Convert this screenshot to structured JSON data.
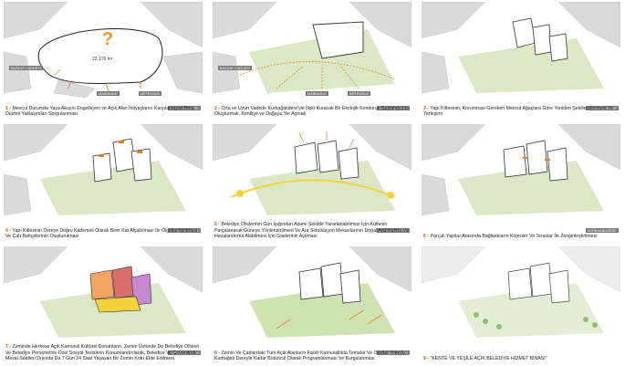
{
  "panels": [
    {
      "num": "1",
      "text": " - Mevcut Durumda Yaya Akışını Engelleyen ve Açık Alan İhtiyaçlarını Karşılamayan Bina Düzeni Yaklaşımları Sorgulanması"
    },
    {
      "num": "2",
      "text": " - Orta ve Uzun Vadede Kurbağalıdere'yle İlişki Kuracak Bir Ekolojik Koridorun Başlangıcını Oluşturmak, Kentliye ve Doğaya Yer Açmak"
    },
    {
      "num": "3",
      "text": " - Yapı Kitlesinin, Korunması Gereken Mevcut Ağaçlara Göre Yeniden Şekillendirilmesi Ve Yerleşimi"
    },
    {
      "num": "4",
      "text": " - Yapı Kitlesinin Dereye Doğru Kademeli Olarak Birer Kat Alçaltılması İle Ölçeklendirilmesi Ve Çatı Bahçelerinin Oluşturulması"
    },
    {
      "num": "5",
      "text": " - Belediye Ofislerinin Gün Işığından Azami Şekilde Yararlanabilmesi İçin Kütlenin Parçalanarak Güneye Yönlendirilmesi Ve Ara Sirkülasyon Mekanlarının Doğal Aydınlatma Ve Havalandırma Alabilmesi İçin Gaelerinin Açılması"
    },
    {
      "num": "6",
      "text": " - Parçalı Yapılar Arasında Bağlantıların Köprüler Ve Teraslar İle Zenginleştirilmesi"
    },
    {
      "num": "7",
      "text": " - Zeminde Herkese Açık Kamusal Kültürel Donatıların, Zemin Üstünde De Belediye Ofisleri Ve Belediye Personeline Özel Sosyal Tesislerin Konumlandırılarak, Belediye Ve Çevresinde Mesai Saatleri Dışında Da 7 Gün 24 Saat Yaşayan Bir Zemin Kotu Elde Edilmesi"
    },
    {
      "num": "8",
      "text": " - Zemin Ve Çatılardaki Tüm Açık Alanların Farklı Kamusallıkta Temalar Ve Olaylar Yoluyla Kurbağalı Dereyle Kadar Bütüncül Olarak Programlanması Ve Kurgulanması"
    },
    {
      "num": "9",
      "text": " - \"KENTE VE YEŞİLE AÇIK BELEDİYE HİZMET BİNASI\""
    }
  ],
  "labels": {
    "area": "22.176 m²",
    "stream": "KURBAGALIDERE",
    "street_a": "BAĞDAT CADDESİ",
    "street_b": "METROBÜS",
    "street_c": "MARMARAY"
  },
  "colors": {
    "accent": "#e67e22",
    "green": "#c8dcaa",
    "city": "#d9d9d9"
  }
}
